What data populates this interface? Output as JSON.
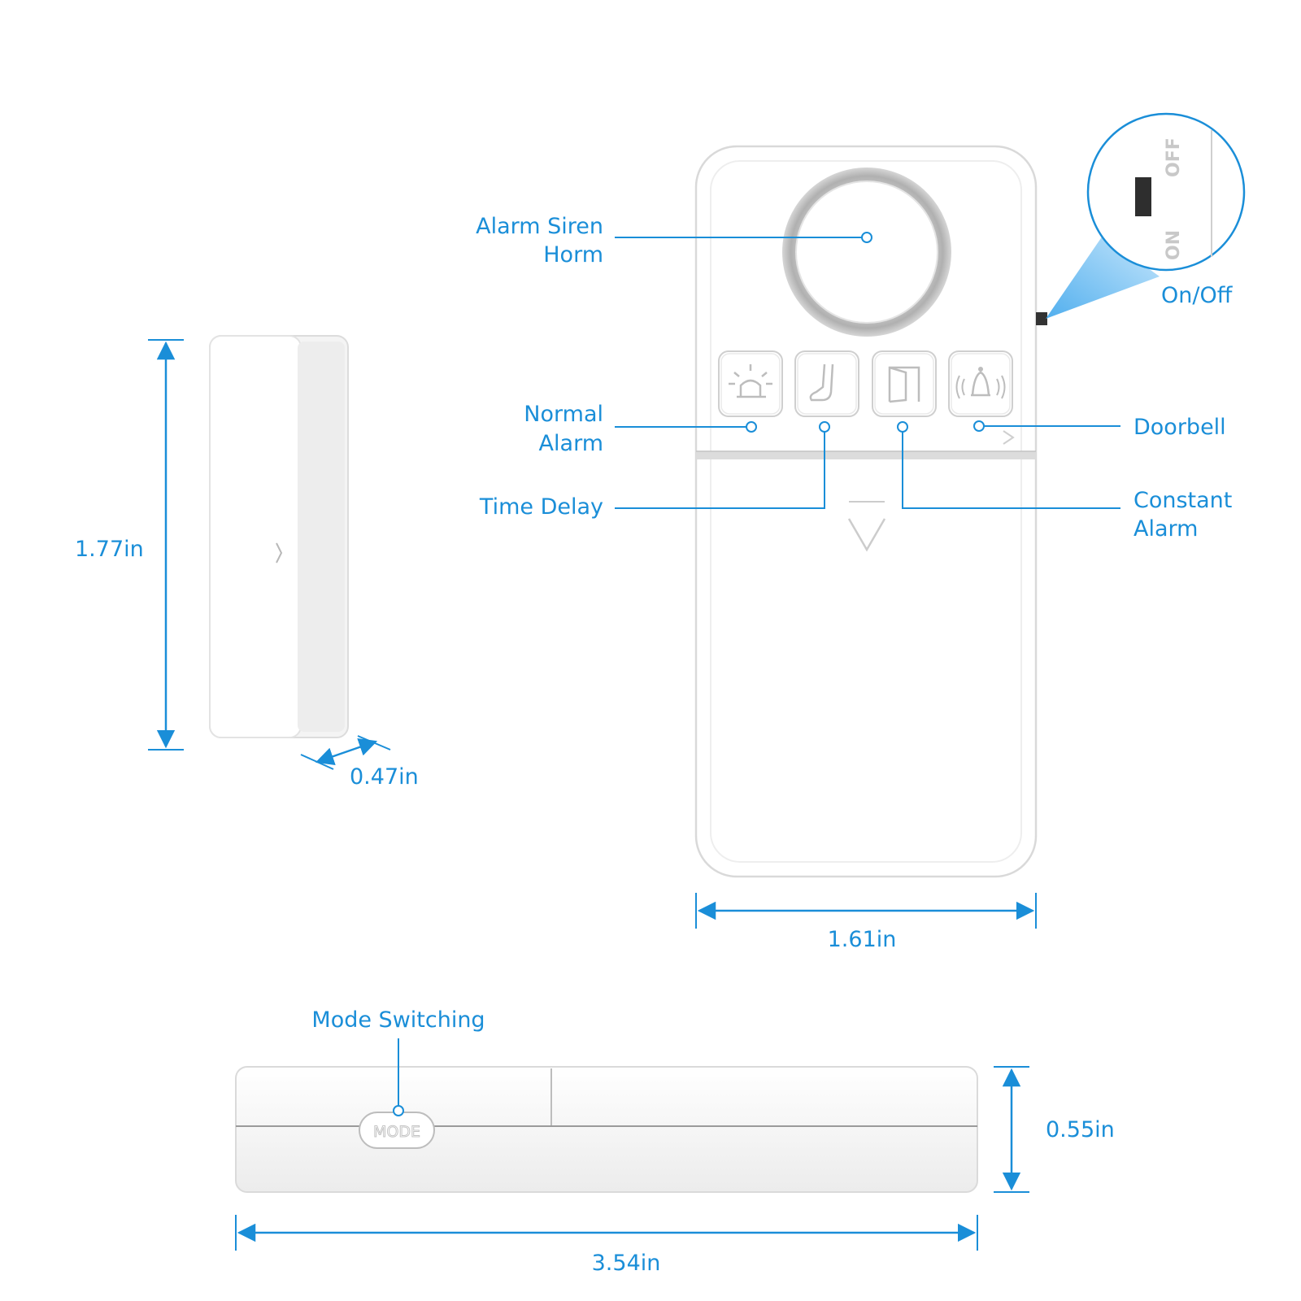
{
  "colors": {
    "accent": "#1a8ed8",
    "device_body": "#ffffff",
    "device_edge": "#d9d9d9",
    "siren_ring": "#bdbdbd"
  },
  "labels": {
    "alarm_siren_line1": "Alarm Siren",
    "alarm_siren_line2": "Horm",
    "normal_alarm_line1": "Normal",
    "normal_alarm_line2": "Alarm",
    "time_delay": "Time Delay",
    "doorbell": "Doorbell",
    "constant_alarm_line1": "Constant",
    "constant_alarm_line2": "Alarm",
    "on_off": "On/Off",
    "mode_switching": "Mode Switching"
  },
  "switch_text": {
    "on": "ON",
    "off": "OFF"
  },
  "mode_button_text": "MODE",
  "dimensions": {
    "sensor_height": "1.77in",
    "sensor_depth": "0.47in",
    "main_width": "1.61in",
    "side_height": "0.55in",
    "side_length": "3.54in"
  },
  "icons": [
    "siren-light-icon",
    "foot-icon",
    "door-icon",
    "bell-icon"
  ]
}
